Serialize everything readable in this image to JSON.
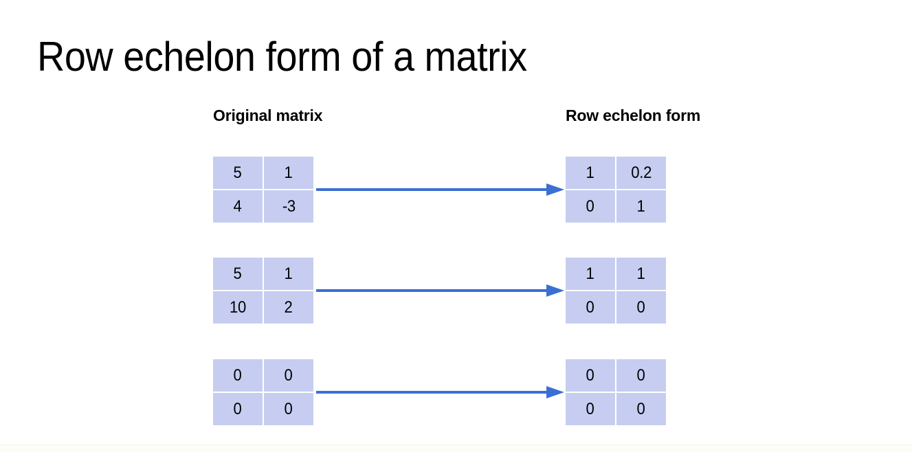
{
  "slide": {
    "title": "Row echelon form of a matrix",
    "background_color": "#ffffff"
  },
  "headers": {
    "left": "Original matrix",
    "right": "Row echelon form"
  },
  "theme": {
    "cell_fill": "#c6cdf0",
    "arrow_color": "#3b6fd4",
    "text_color": "#000000"
  },
  "examples": [
    {
      "original": [
        [
          "5",
          "1"
        ],
        [
          "4",
          "-3"
        ]
      ],
      "echelon": [
        [
          "1",
          "0.2"
        ],
        [
          "0",
          "1"
        ]
      ]
    },
    {
      "original": [
        [
          "5",
          "1"
        ],
        [
          "10",
          "2"
        ]
      ],
      "echelon": [
        [
          "1",
          "1"
        ],
        [
          "0",
          "0"
        ]
      ]
    },
    {
      "original": [
        [
          "0",
          "0"
        ],
        [
          "0",
          "0"
        ]
      ],
      "echelon": [
        [
          "0",
          "0"
        ],
        [
          "0",
          "0"
        ]
      ]
    }
  ]
}
